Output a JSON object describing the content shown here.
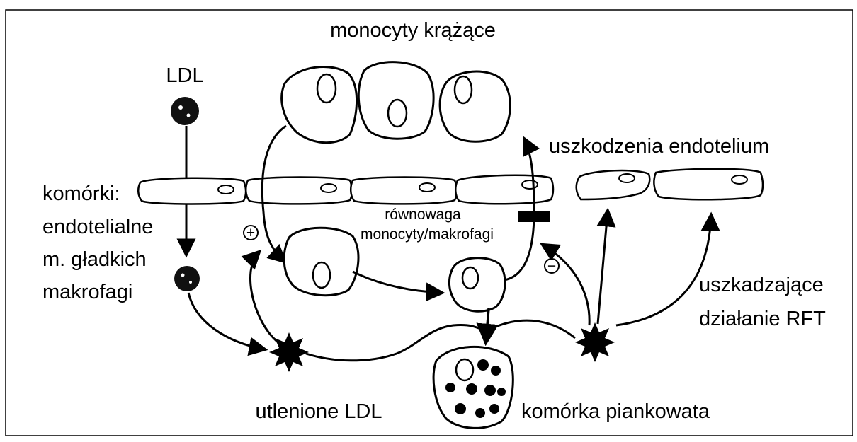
{
  "labels": {
    "monocytes": "monocyty krążące",
    "ldl": "LDL",
    "endothelial_damage": "uszkodzenia endotelium",
    "cells_title": "komórki:",
    "cells_endothelial": "endotelialne",
    "cells_smooth": "m. gładkich",
    "cells_macrophages": "makrofagi",
    "balance_line1": "równowaga",
    "balance_line2": "monocyty/makrofagi",
    "plus_sign": "+",
    "minus_sign": "−",
    "damaging_line1": "uszkadzające",
    "damaging_line2": "działanie RFT",
    "oxidized_ldl": "utlenione LDL",
    "foam_cell": "komórka piankowata"
  },
  "colors": {
    "ink": "#000000",
    "background": "#ffffff"
  }
}
